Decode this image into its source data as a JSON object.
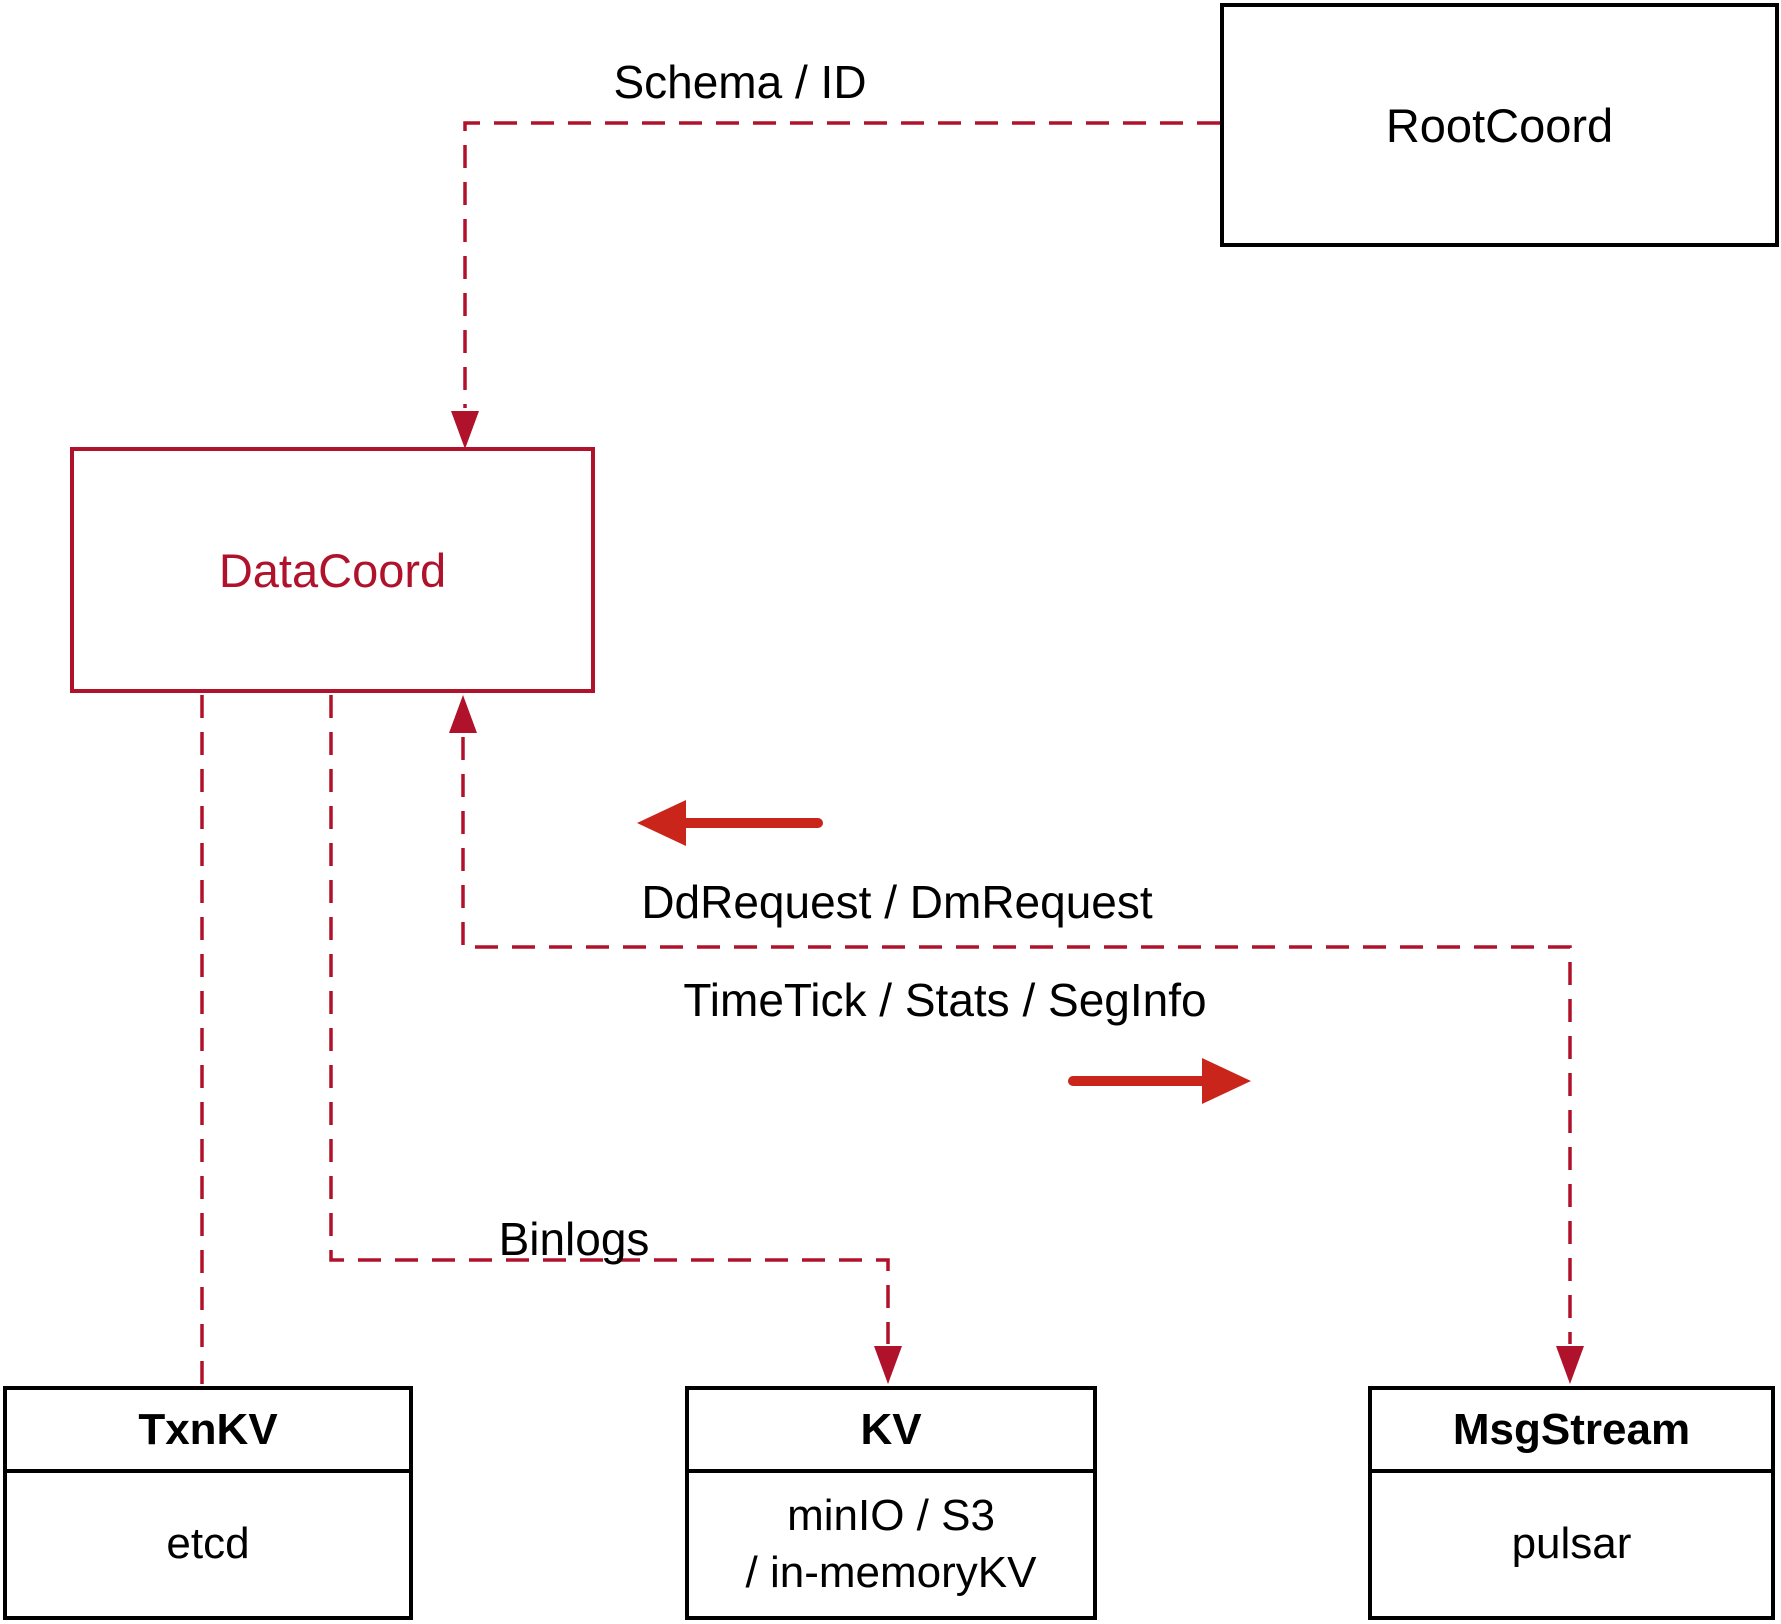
{
  "colors": {
    "dashed_line_crimson": "#b0122c",
    "solid_arrow_red": "#c9251a",
    "box_border_black": "#000000",
    "background": "#ffffff"
  },
  "nodes": {
    "rootcoord": {
      "label": "RootCoord"
    },
    "datacoord": {
      "label": "DataCoord"
    },
    "txnkv": {
      "header": "TxnKV",
      "body": "etcd"
    },
    "kv": {
      "header": "KV",
      "body_line1": "minIO / S3",
      "body_line2": "/ in-memoryKV"
    },
    "msgstream": {
      "header": "MsgStream",
      "body": "pulsar"
    }
  },
  "edge_labels": {
    "schema_id": "Schema / ID",
    "dd_dm_request": "DdRequest / DmRequest",
    "timetick_stats_seginfo": "TimeTick / Stats / SegInfo",
    "binlogs": "Binlogs"
  }
}
